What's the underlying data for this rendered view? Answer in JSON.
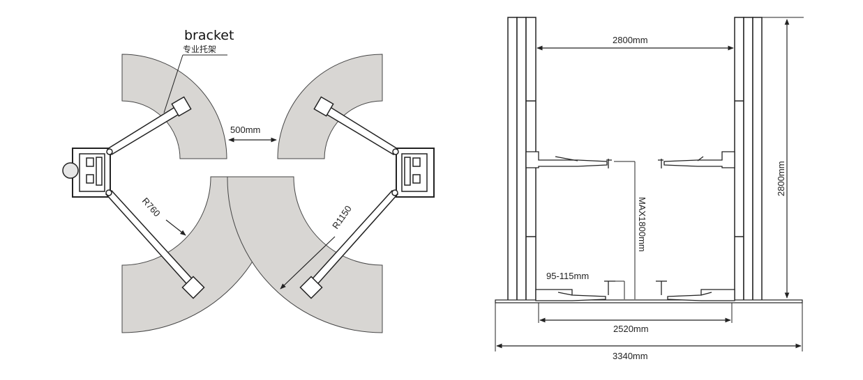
{
  "top_view": {
    "bracket_label": "bracket",
    "bracket_label_cn": "专业托架",
    "gap_label": "500mm",
    "radius_short_label": "R760",
    "radius_long_label": "R1150"
  },
  "front_view": {
    "inner_width_label": "2800mm",
    "height_label": "2800mm",
    "max_lift_label": "MAX1800mm",
    "pad_height_label": "95-115mm",
    "base_width_label": "2520mm",
    "overall_width_label": "3340mm"
  },
  "colors": {
    "swing_area": "#d8d6d3",
    "outline": "#333333",
    "post_fill": "#ededed"
  }
}
